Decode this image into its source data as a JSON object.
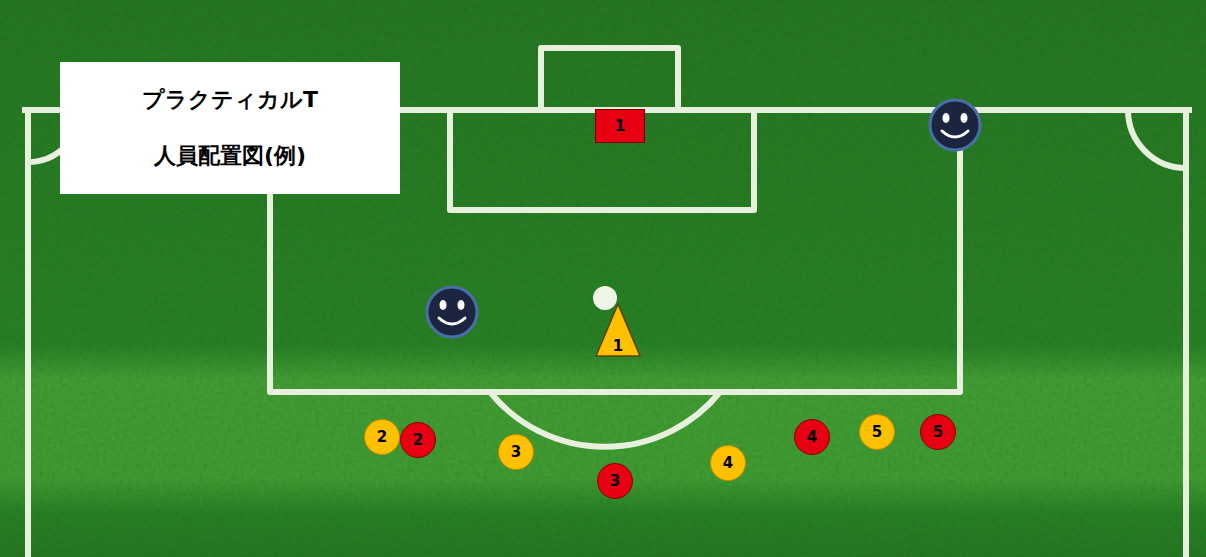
{
  "diagram": {
    "nodes": [
      {
        "text": [
          "プラクティカルT",
          "人員配置図(例)"
        ]
      },
      {
        "text": [
          "1"
        ]
      },
      {
        "text": [
          "1"
        ]
      },
      {
        "text": [
          "2"
        ]
      },
      {
        "text": [
          "2"
        ]
      },
      {
        "text": [
          "3"
        ]
      },
      {
        "text": [
          "3"
        ]
      },
      {
        "text": [
          "4"
        ]
      },
      {
        "text": [
          "4"
        ]
      },
      {
        "text": [
          "5"
        ]
      },
      {
        "text": [
          "5"
        ]
      }
    ]
  }
}
